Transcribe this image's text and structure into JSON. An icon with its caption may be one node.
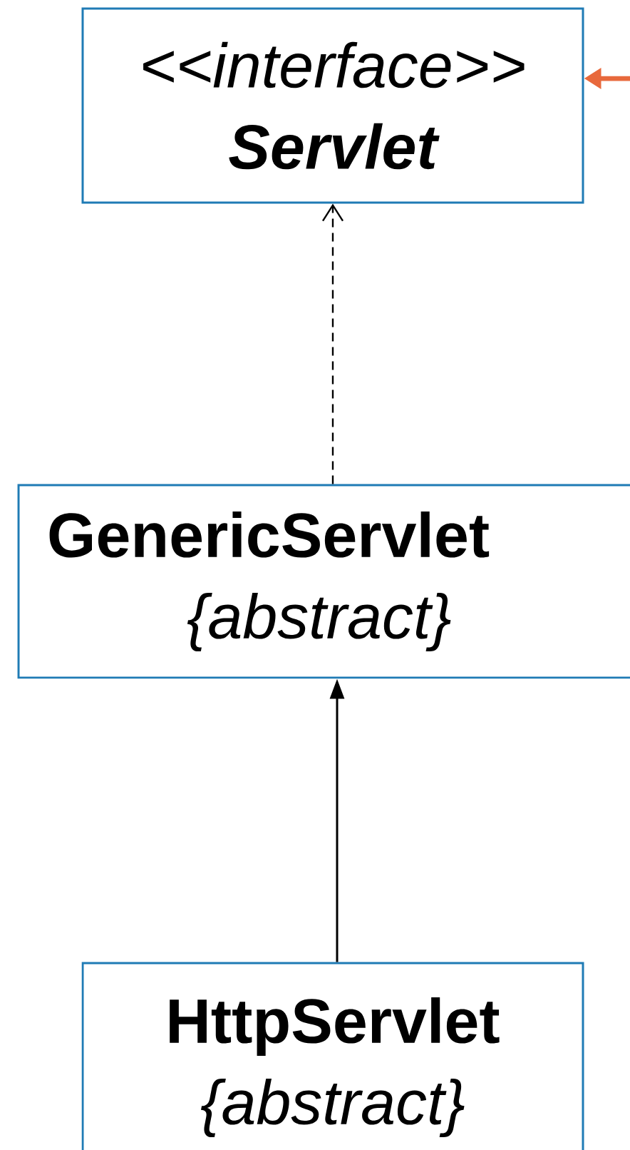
{
  "diagram": {
    "nodes": [
      {
        "text": [
          "<<interface>>",
          "Servlet"
        ]
      },
      {
        "text": [
          "GenericServlet",
          "{abstract}"
        ]
      },
      {
        "text": [
          "HttpServlet",
          "{abstract}"
        ]
      }
    ],
    "edges": [
      {
        "from": 1,
        "to": 0,
        "arrow": "to",
        "style": "dashed"
      },
      {
        "from": 2,
        "to": 1,
        "arrow": "to"
      },
      {
        "from": null,
        "to": 0,
        "arrow": "to",
        "style": "thick",
        "color": "#e8693c"
      }
    ]
  }
}
